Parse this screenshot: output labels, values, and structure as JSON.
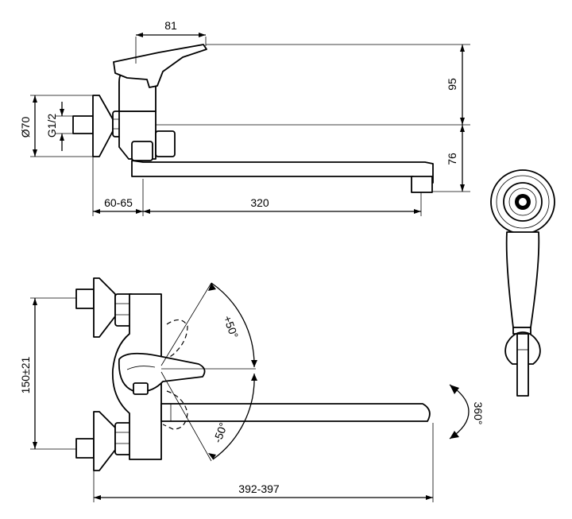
{
  "dimensions": {
    "handle_width": "81",
    "height_above_outlet": "95",
    "diameter_flange": "Ø70",
    "thread": "G1/2",
    "outlet_height": "76",
    "offset_range": "60-65",
    "spout_length": "320",
    "centre_distance": "150±21",
    "lever_up_angle": "+50°",
    "lever_down_angle": "-50°",
    "spout_rotation": "360°",
    "overall_length": "392-397"
  },
  "icons": {
    "hand_shower": "hand-shower-icon"
  }
}
